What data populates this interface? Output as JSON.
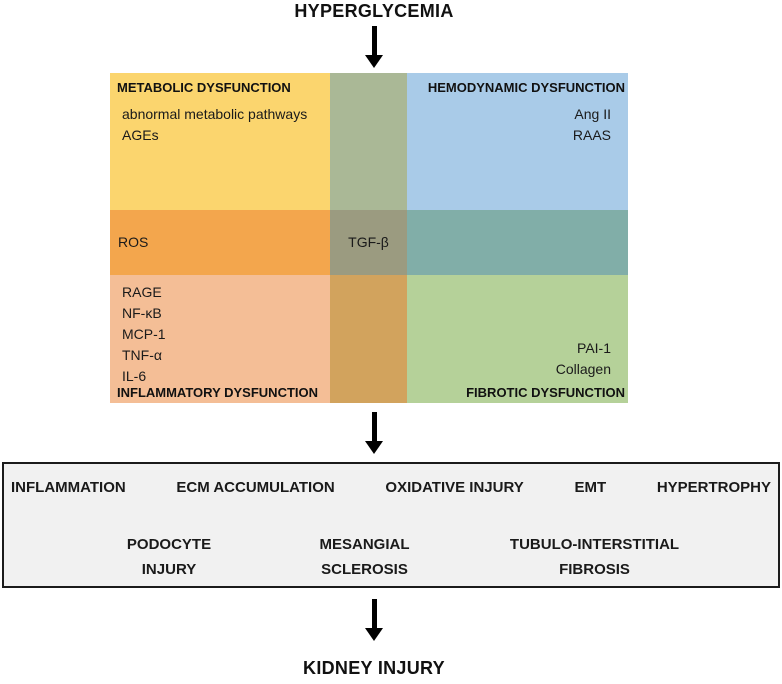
{
  "title": "HYPERGLYCEMIA",
  "footer": "KIDNEY INJURY",
  "quadrants": {
    "metabolic": {
      "header": "METABOLIC DYSFUNCTION",
      "items": [
        "abnormal metabolic pathways",
        "AGEs"
      ]
    },
    "hemodynamic": {
      "header": "HEMODYNAMIC DYSFUNCTION",
      "items": [
        "Ang II",
        "RAAS"
      ]
    },
    "inflammatory": {
      "header": "INFLAMMATORY DYSFUNCTION",
      "items": [
        "RAGE",
        "NF-κB",
        "MCP-1",
        "TNF-α",
        "IL-6"
      ]
    },
    "fibrotic": {
      "header": "FIBROTIC DYSFUNCTION",
      "items": [
        "PAI-1",
        "Collagen"
      ]
    },
    "center_band": {
      "left": "ROS",
      "center": "TGF-β"
    }
  },
  "outcomes": {
    "row1": [
      "INFLAMMATION",
      "ECM ACCUMULATION",
      "OXIDATIVE INJURY",
      "EMT",
      "HYPERTROPHY"
    ],
    "row2": [
      {
        "line1": "PODOCYTE",
        "line2": "INJURY"
      },
      {
        "line1": "MESANGIAL",
        "line2": "SCLEROSIS"
      },
      {
        "line1": "TUBULO-INTERSTITIAL",
        "line2": "FIBROSIS"
      }
    ]
  },
  "colors": {
    "metabolic": "#FBD56E",
    "hemodynamic": "#A9CBE8",
    "inflammatory": "#F4BE96",
    "fibrotic": "#B5D199",
    "ros_band": "#F3A64D",
    "tgf_cell": "#9B9B80",
    "mid_top": "#AAB896",
    "mid_bottom": "#D2A35D",
    "teal_band": "#81AEA8",
    "outcome_box_bg": "#F1F1F1",
    "outcome_box_border": "#1B1B1B",
    "arrow": "#000000"
  }
}
